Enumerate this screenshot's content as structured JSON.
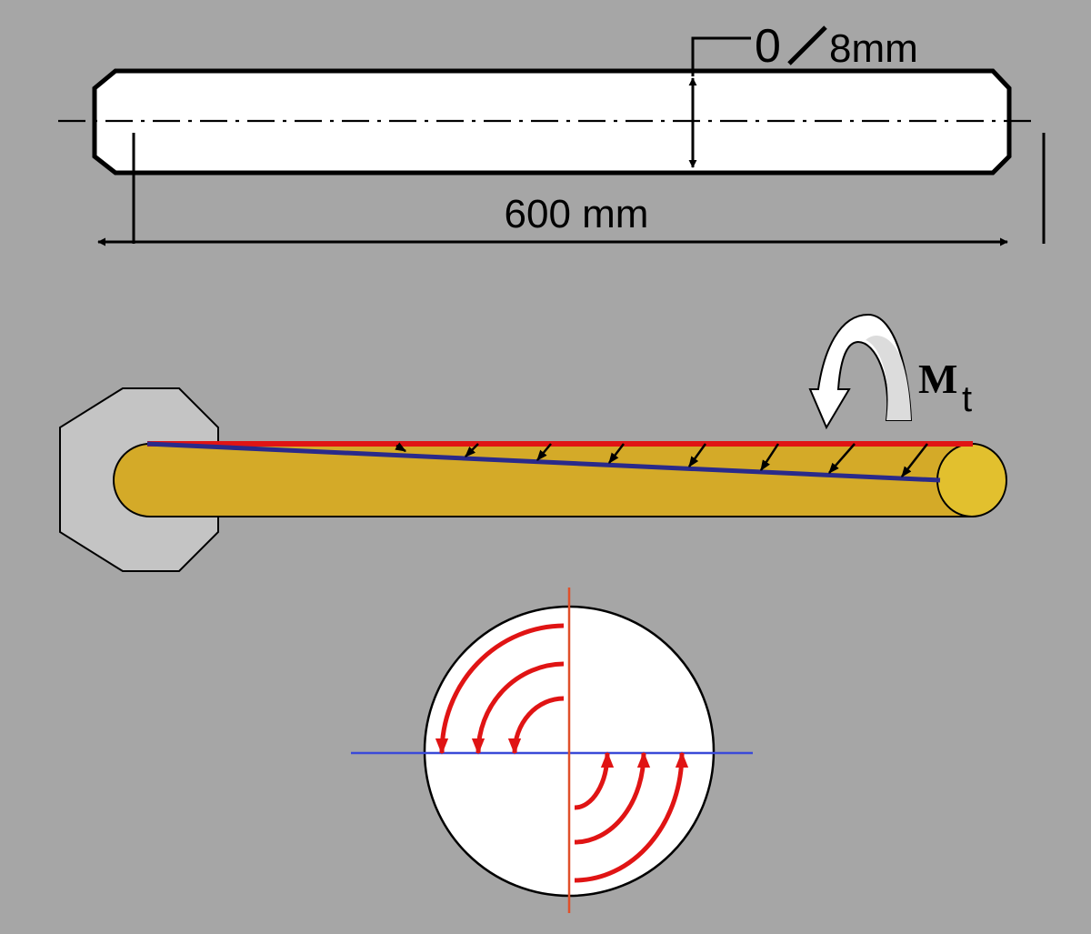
{
  "dimensions": {
    "diameter_prefix": "0",
    "diameter_value": "8mm",
    "length_label": "600 mm"
  },
  "torque": {
    "symbol": "M",
    "subscript": "t"
  },
  "colors": {
    "background": "#a6a6a6",
    "rod_fill": "#d4aa28",
    "rod_end_fill": "#e2c02e",
    "clamp_fill": "#c4c4c4",
    "red_line": "#e01414",
    "blue_line": "#2a2a8a",
    "cross_axis_vertical": "#e0502a",
    "cross_axis_horizontal": "#3a4ad8"
  }
}
